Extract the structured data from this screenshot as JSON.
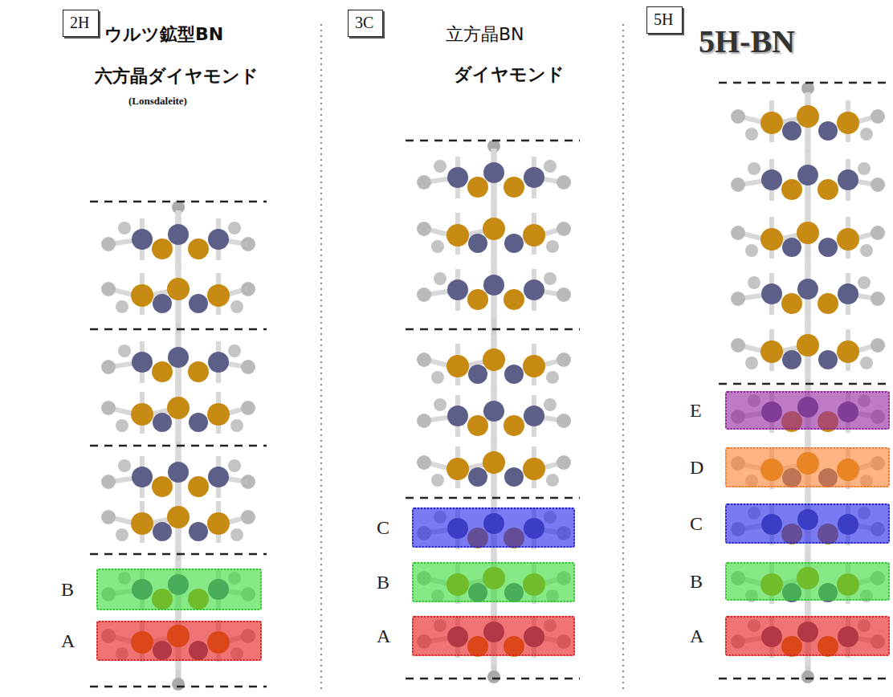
{
  "diagram": {
    "nodes": [
      {
        "text": [
          "2H"
        ]
      },
      {
        "text": [
          "3C"
        ]
      },
      {
        "text": [
          "5H"
        ]
      },
      {
        "text": [
          "B"
        ]
      },
      {
        "text": [
          "A"
        ]
      },
      {
        "text": [
          "C"
        ]
      },
      {
        "text": [
          "B"
        ]
      },
      {
        "text": [
          "A"
        ]
      },
      {
        "text": [
          "E"
        ]
      },
      {
        "text": [
          "D"
        ]
      },
      {
        "text": [
          "C"
        ]
      },
      {
        "text": [
          "B"
        ]
      },
      {
        "text": [
          "A"
        ]
      }
    ],
    "labels": [
      "ウルツ鉱型BN",
      "六方晶ダイヤモンド",
      "(Lonsdaleite)",
      "立方晶BN",
      "ダイヤモンド",
      "5H-BN"
    ]
  }
}
